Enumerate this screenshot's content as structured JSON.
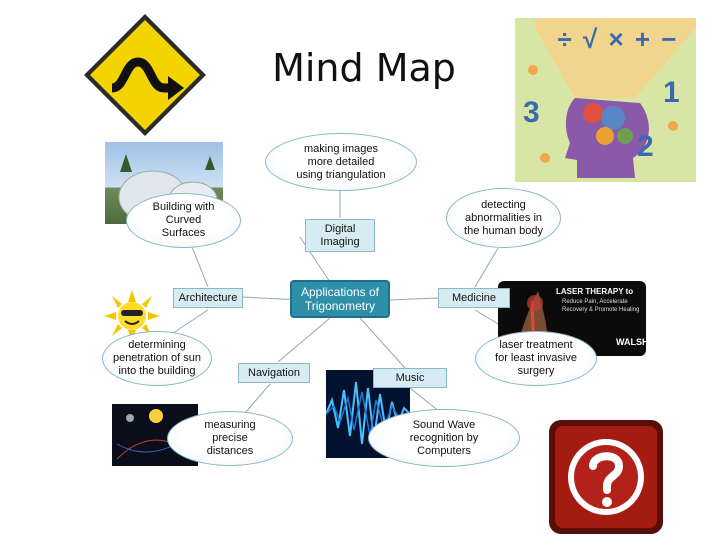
{
  "title": "Mind Map",
  "center": "Applications of\nTrigonometry",
  "branches": {
    "architecture": "Architecture",
    "digital_imaging": "Digital\nImaging",
    "medicine": "Medicine",
    "navigation": "Navigation",
    "music": "Music"
  },
  "details": {
    "curved_surfaces": "Building with\nCurved\nSurfaces",
    "sun_penetration": "determining\npenetration of sun\ninto the building",
    "triangulation": "making images\nmore detailed\nusing triangulation",
    "abnormalities": "detecting\nabnormalities in\nthe human body",
    "laser_surgery": "laser treatment\nfor least invasive\nsurgery",
    "distances": "measuring\nprecise\ndistances",
    "sound_wave": "Sound Wave\nrecognition by\nComputers"
  },
  "images": {
    "laser_ad_title": "LASER THERAPY to",
    "laser_ad_sub": "Reduce Pain, Accelerate\nRecovery & Promote Healing",
    "laser_ad_brand": "WALSH",
    "math_numbers": [
      "3",
      "1",
      "2"
    ],
    "math_symbols": "÷ √ × + −"
  },
  "colors": {
    "accent": "#2e8fa8",
    "branch_fill": "#d6ecf2",
    "oval_border": "#8ab8c8"
  }
}
